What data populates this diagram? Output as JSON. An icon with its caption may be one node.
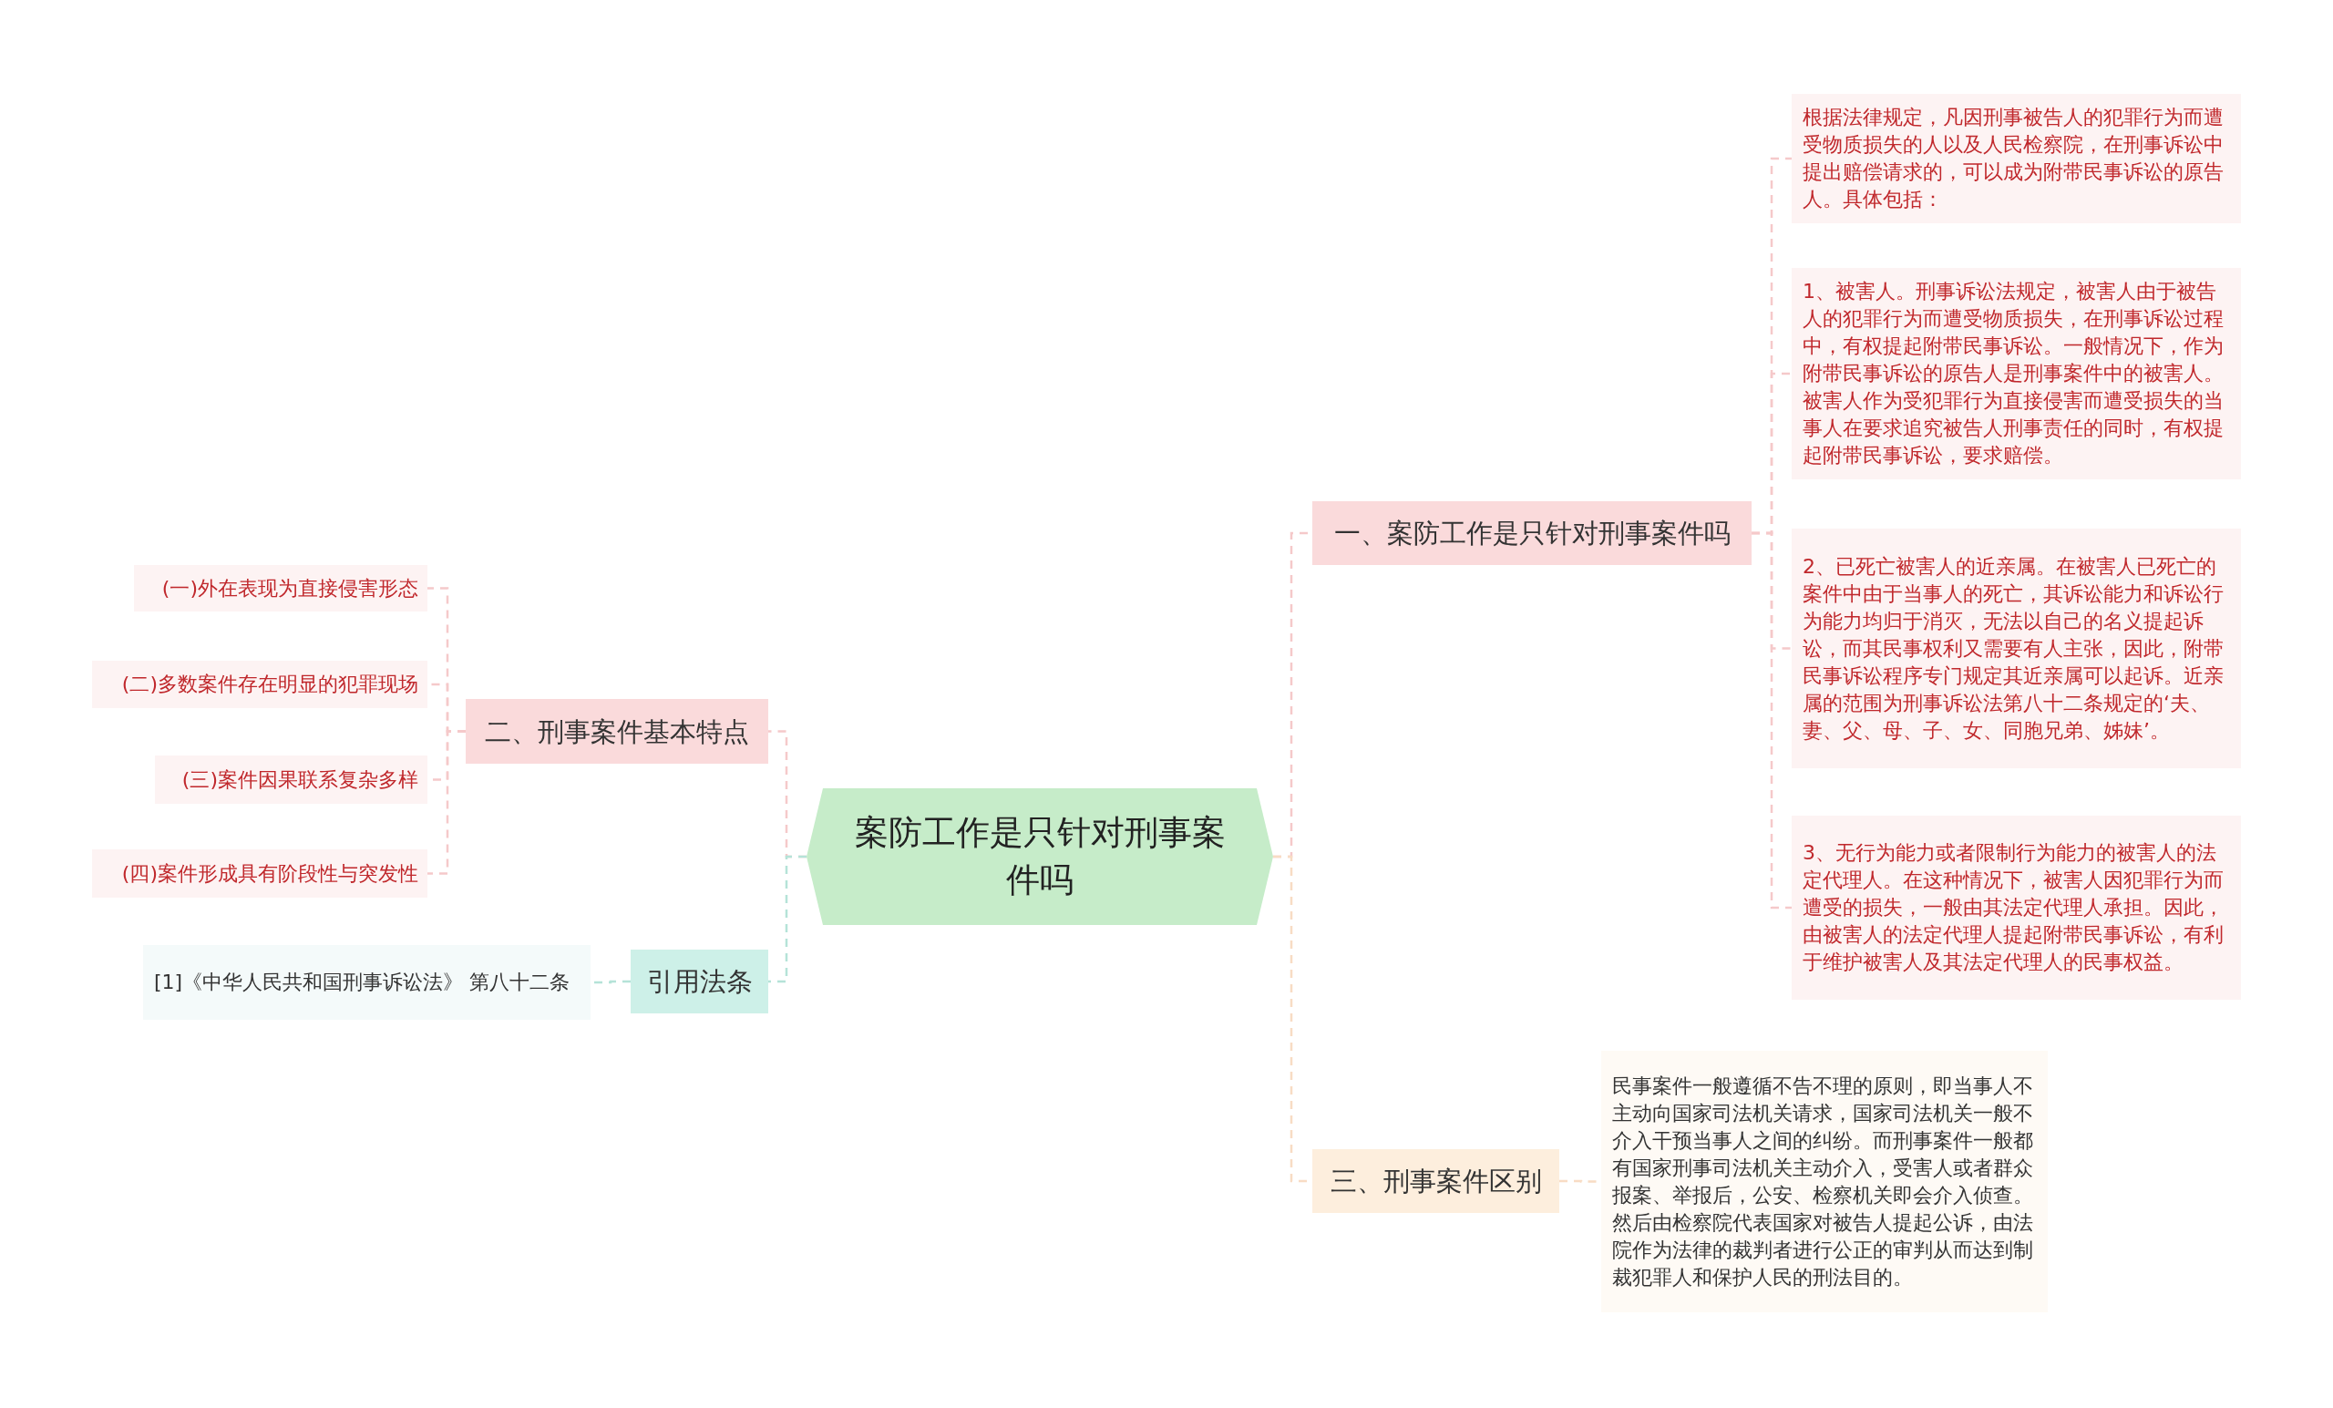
{
  "diagram": {
    "nodes": [
      {
        "text": [
          "案防工作是只针对刑事案件吗"
        ]
      },
      {
        "text": [
          "一、案防工作是只针对刑事案件吗"
        ]
      },
      {
        "text": [
          "根据法律规定，凡因刑事被告人的犯罪行为而遭受物质损失的人以及人民检察院，在刑事诉讼中提出赔偿请求的，可以成为附带民事诉讼的原告人。具体包括："
        ]
      },
      {
        "text": [
          "1、被害人。刑事诉讼法规定，被害人由于被告人的犯罪行为而遭受物质损失，在刑事诉讼过程中，有权提起附带民事诉讼。一般情况下，作为附带民事诉讼的原告人是刑事案件中的被害人。被害人作为受犯罪行为直接侵害而遭受损失的当事人在要求追究被告人刑事责任的同时，有权提起附带民事诉讼，要求赔偿。"
        ]
      },
      {
        "text": [
          "2、已死亡被害人的近亲属。在被害人已死亡的案件中由于当事人的死亡，其诉讼能力和诉讼行为能力均归于消灭，无法以自己的名义提起诉讼，而其民事权利又需要有人主张，因此，附带民事诉讼程序专门规定其近亲属可以起诉。近亲属的范围为刑事诉讼法第八十二条规定的‘夫、妻、父、母、子、女、同胞兄弟、姊妹’。"
        ]
      },
      {
        "text": [
          "3、无行为能力或者限制行为能力的被害人的法定代理人。在这种情况下，被害人因犯罪行为而遭受的损失，一般由其法定代理人承担。因此，由被害人的法定代理人提起附带民事诉讼，有利于维护被害人及其法定代理人的民事权益。"
        ]
      },
      {
        "text": [
          "三、刑事案件区别"
        ]
      },
      {
        "text": [
          "民事案件一般遵循不告不理的原则，即当事人不主动向国家司法机关请求，国家司法机关一般不介入干预当事人之间的纠纷。而刑事案件一般都有国家刑事司法机关主动介入，受害人或者群众报案、举报后，公安、检察机关即会介入侦查。然后由检察院代表国家对被告人提起公诉，由法院作为法律的裁判者进行公正的审判从而达到制裁犯罪人和保护人民的刑法目的。"
        ]
      },
      {
        "text": [
          "二、刑事案件基本特点"
        ]
      },
      {
        "text": [
          "(一)外在表现为直接侵害形态"
        ]
      },
      {
        "text": [
          "(二)多数案件存在明显的犯罪现场"
        ]
      },
      {
        "text": [
          "(三)案件因果联系复杂多样"
        ]
      },
      {
        "text": [
          "(四)案件形成具有阶段性与突发性"
        ]
      },
      {
        "text": [
          "引用法条"
        ]
      },
      {
        "text": [
          "[1]《中华人民共和国刑事诉讼法》 第八十二条"
        ]
      }
    ],
    "edges": [
      {
        "from": 0,
        "to": 1,
        "arrow": "none",
        "style": "dashed"
      },
      {
        "from": 1,
        "to": 2,
        "arrow": "none",
        "style": "dashed"
      },
      {
        "from": 1,
        "to": 3,
        "arrow": "none",
        "style": "dashed"
      },
      {
        "from": 1,
        "to": 4,
        "arrow": "none",
        "style": "dashed"
      },
      {
        "from": 1,
        "to": 5,
        "arrow": "none",
        "style": "dashed"
      },
      {
        "from": 0,
        "to": 6,
        "arrow": "none",
        "style": "dashed",
        "color": "#f8dcc4"
      },
      {
        "from": 6,
        "to": 7,
        "arrow": "none",
        "style": "dashed",
        "color": "#f8dcc4"
      },
      {
        "from": 0,
        "to": 8,
        "arrow": "none",
        "style": "dashed"
      },
      {
        "from": 8,
        "to": 9,
        "arrow": "none",
        "style": "dashed"
      },
      {
        "from": 8,
        "to": 10,
        "arrow": "none",
        "style": "dashed"
      },
      {
        "from": 8,
        "to": 11,
        "arrow": "none",
        "style": "dashed"
      },
      {
        "from": 8,
        "to": 12,
        "arrow": "none",
        "style": "dashed"
      },
      {
        "from": 0,
        "to": 13,
        "arrow": "none",
        "style": "dashed",
        "color": "#b5e3d8"
      },
      {
        "from": 13,
        "to": 14,
        "arrow": "none",
        "style": "dashed",
        "color": "#b5e3d8"
      }
    ]
  }
}
